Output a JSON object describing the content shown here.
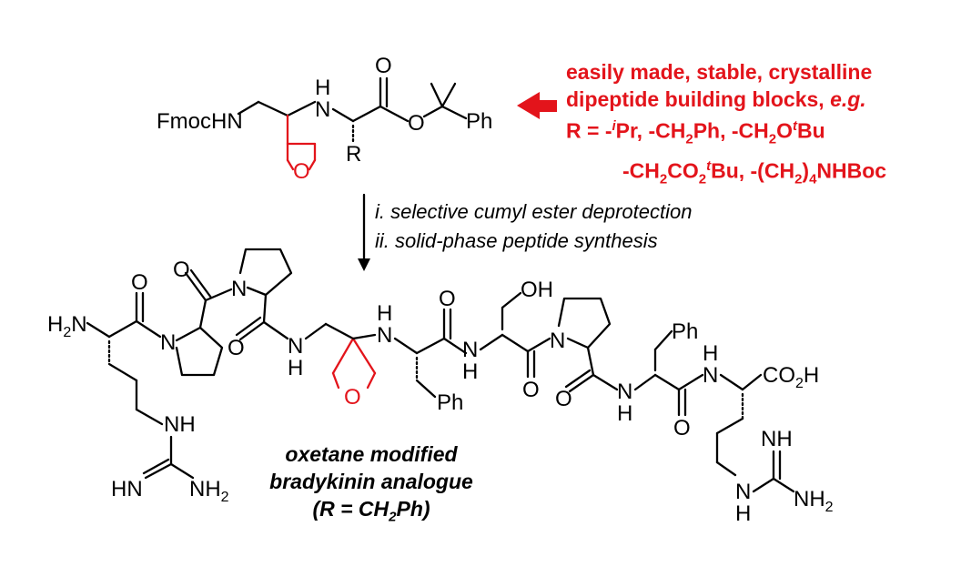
{
  "top_structure": {
    "fmoc_label": "FmocHN",
    "h_label": "H",
    "n_label": "N",
    "o_carbonyl": "O",
    "o_ester": "O",
    "ph_label": "Ph",
    "r_label": "R",
    "oxetane_o": "O"
  },
  "notes": {
    "line1": "easily made, stable, crystalline",
    "line2_prefix": "dipeptide building blocks, ",
    "line2_eg": "e.g.",
    "line3_a": "R = -",
    "line3_sup1": "i",
    "line3_b": "Pr, -CH",
    "line3_sub1": "2",
    "line3_c": "Ph, -CH",
    "line3_sub2": "2",
    "line3_d": "O",
    "line3_sup2": "t",
    "line3_e": "Bu",
    "line4_a": "-CH",
    "line4_sub1": "2",
    "line4_b": "CO",
    "line4_sub2": "2",
    "line4_sup1": "t",
    "line4_c": "Bu, -(CH",
    "line4_sub3": "2",
    "line4_d": ")",
    "line4_sub4": "4",
    "line4_e": "NHBoc"
  },
  "steps": {
    "step1": "i. selective cumyl ester deprotection",
    "step2": "ii. solid-phase peptide synthesis"
  },
  "bottom_structure": {
    "h2n_h": "H",
    "h2n_sub": "2",
    "h2n_n": "N",
    "o_arg1": "O",
    "n_pro1": "N",
    "o_pro1": "O",
    "n_pro2": "N",
    "o_pro2": "O",
    "n_amide": "N",
    "h_amide": "H",
    "h_ox": "H",
    "n_ox": "N",
    "oxetane_o": "O",
    "ph1": "Ph",
    "o_phe": "O",
    "n_ser": "N",
    "h_ser": "H",
    "oh_ser": "OH",
    "o_ser": "O",
    "n_pro3": "N",
    "o_pro3": "O",
    "n_phe2": "N",
    "h_phe2": "H",
    "ph2": "Ph",
    "o_phe2": "O",
    "h_arg2": "H",
    "n_arg2": "N",
    "co2h_a": "CO",
    "co2h_sub": "2",
    "co2h_b": "H",
    "nh_guan1_n": "N",
    "nh_guan1_h": "H",
    "hn_guan1": "HN",
    "nh2_guan1": "NH",
    "nh2_guan1_sub": "2",
    "nh_guan2": "NH",
    "n_guan2": "N",
    "h_guan2": "H",
    "nh2_guan2": "NH",
    "nh2_guan2_sub": "2"
  },
  "caption": {
    "line1": "oxetane modified",
    "line2": "bradykinin analogue",
    "line3_a": "(R = CH",
    "line3_sub": "2",
    "line3_b": "Ph)"
  },
  "colors": {
    "highlight": "#e3141b",
    "ink": "#000000"
  }
}
